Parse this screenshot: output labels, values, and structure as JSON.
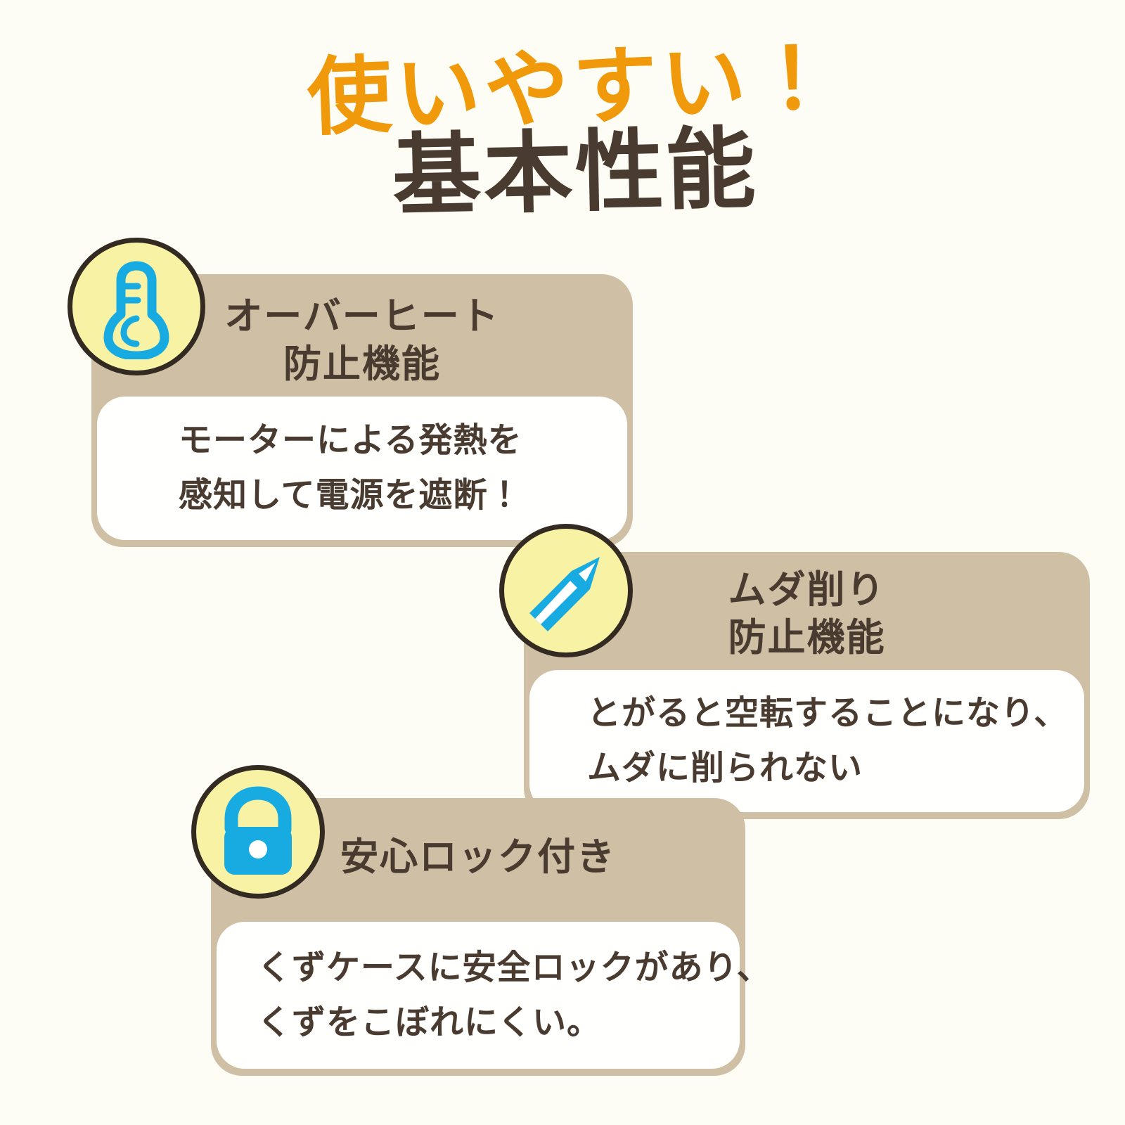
{
  "heading": {
    "line1": "使いやすい！",
    "line2": "基本性能",
    "accent_color": "#F0990A",
    "text_color": "#4A3B31"
  },
  "theme": {
    "page_background": "#FDFCF5",
    "card_header": "#CFBFA4",
    "card_body": "#FFFFFE",
    "badge_fill": "#F8F2A4",
    "badge_border": "#332A22",
    "icon_color": "#17ABE2"
  },
  "cards": [
    {
      "id": "overheat",
      "icon": "thermometer-icon",
      "title": "オーバーヒート\n防止機能",
      "body_lines": [
        "モーターによる発熱を",
        "感知して電源を遮断！"
      ]
    },
    {
      "id": "waste",
      "icon": "pencil-icon",
      "title": "ムダ削り\n防止機能",
      "body_lines": [
        "とがると空転することになり、",
        "ムダに削られない"
      ]
    },
    {
      "id": "lock",
      "icon": "unlocked-padlock-icon",
      "title": "安心ロック付き",
      "body_lines": [
        "くずケースに安全ロックがあり、",
        "くずをこぼれにくい。"
      ]
    }
  ]
}
